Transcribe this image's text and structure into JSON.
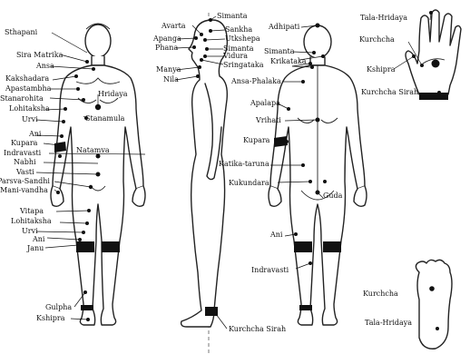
{
  "labels": {
    "sthapani": "Sthapani",
    "sira_matrika": "Sira Matrika",
    "ansa": "Ansa",
    "kakshadara": "Kakshadara",
    "apastambha": "Apastambha",
    "stanarohita": "Stanarohita",
    "lohitaksha_arm": "Lohitaksha",
    "urvi_arm": "Urvi",
    "ani_arm": "Ani",
    "kupara_front": "Kupara",
    "indravasti_front": "Indravasti",
    "nabhi": "Nabhi",
    "vasti": "Vasti",
    "parsva_sandhi": "Parsva-Sandhi",
    "mani_vandha": "Mani-vandha",
    "vitapa": "Vitapa",
    "lohitaksha_leg": "Lohitaksha",
    "urvi_leg": "Urvi",
    "ani_leg": "Ani",
    "janu": "Janu",
    "gulpha": "Gulpha",
    "kshipra_foot": "Kshipra",
    "hridaya": "Hridaya",
    "stanamula": "Stanamula",
    "natamva": "Natamva",
    "simanta_top": "Simanta",
    "avarta": "Avarta",
    "sankha": "Sankha",
    "apanga": "Apanga",
    "utkshepa": "Utkshepa",
    "phana": "Phana",
    "simanta_side": "Simanta",
    "vidura": "Vidura",
    "sringataka": "Sringataka",
    "manya": "Manya",
    "nila": "Nila",
    "kurchcha_sirah_side": "Kurchcha Sirah",
    "adhipati": "Adhipati",
    "simanta_back": "Simanta",
    "krikataka": "Krikataka",
    "ansa_phalaka": "Ansa-Phalaka",
    "apalapa": "Apalapa",
    "vrihati": "Vrihati",
    "kupara_back": "Kupara",
    "katika_taruna": "Katika-taruna",
    "kukundara": "Kukundara",
    "guda": "Guda",
    "ani_back": "Ani",
    "indravasti_back": "Indravasti",
    "tala_hridaya_hand": "Tala-Hridaya",
    "kurchcha_hand": "Kurchcha",
    "kshipra_hand": "Kshipra",
    "kurchcha_sirah_hand": "Kurchcha Sirah",
    "kurchcha_sole": "Kurchcha",
    "tala_hridaya_sole": "Tala-Hridaya"
  }
}
